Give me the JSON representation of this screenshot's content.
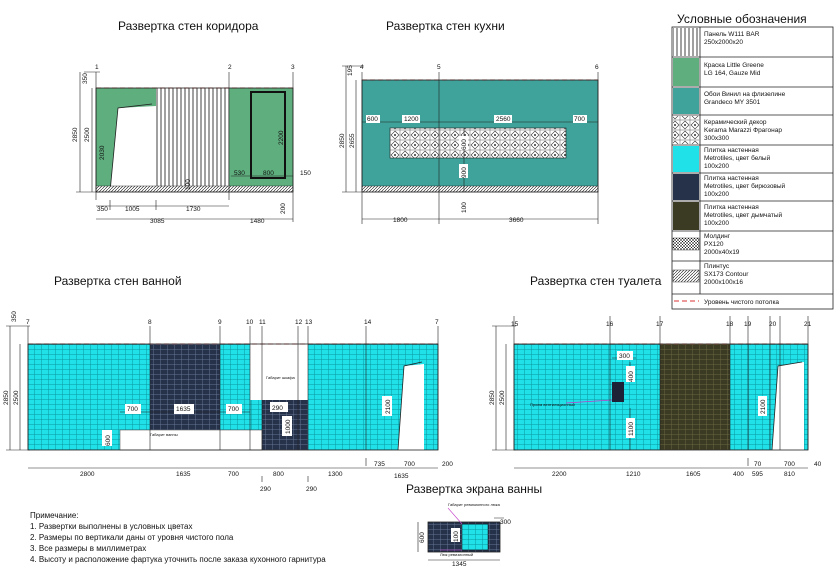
{
  "titles": {
    "corridor": "Развертка стен коридора",
    "kitchen": "Развертка стен кухни",
    "bathroom": "Развертка стен ванной",
    "toilet": "Развертка стен туалета",
    "screen": "Развертка экрана ванны",
    "legend": "Условные обозначения"
  },
  "legend": [
    {
      "swatch": "panel",
      "lines": [
        "Панель W111 BAR",
        "250x2000x20"
      ]
    },
    {
      "swatch": "paint",
      "lines": [
        "Краска Little Greene",
        "LG 164, Gauze Mid"
      ]
    },
    {
      "swatch": "wallpaper",
      "lines": [
        "Обои Винил на флизелине",
        "Grandeco MY 3501"
      ]
    },
    {
      "swatch": "decor",
      "lines": [
        "Керамический декор",
        "Kerama Marazzi Фрагонар",
        "300x300"
      ]
    },
    {
      "swatch": "tile-white",
      "lines": [
        "Плитка настенная",
        "Metrotiles, цвет белый",
        "100x200"
      ]
    },
    {
      "swatch": "tile-turq",
      "lines": [
        "Плитка настенная",
        "Metrotiles, цвет бирюзовый",
        "100x200"
      ]
    },
    {
      "swatch": "tile-smoke",
      "lines": [
        "Плитка настенная",
        "Metrotiles, цвет дымчатый",
        "100x200"
      ]
    },
    {
      "swatch": "molding",
      "lines": [
        "Молдинг",
        "PX120",
        "2000x40x19"
      ]
    },
    {
      "swatch": "plinth",
      "lines": [
        "Плинтус",
        "SX173 Contour",
        "2000x100x16"
      ]
    },
    {
      "swatch": "ceiling",
      "lines": [
        "Уровень чистого потолка"
      ]
    }
  ],
  "colors": {
    "paint": "#5fae7e",
    "wallpaper": "#3fa39b",
    "tile_white": "#20e0e8",
    "tile_turq": "#26324a",
    "tile_smoke": "#3b3a22",
    "ceiling_line": "#d33333"
  },
  "corridor": {
    "axes": [
      "1",
      "2",
      "3"
    ],
    "vert": [
      "350",
      "2850",
      "2500",
      "2030",
      "2200",
      "100"
    ],
    "inner": [
      "530",
      "800",
      "150",
      "200"
    ],
    "bottom1": [
      "350",
      "1005",
      "1730"
    ],
    "bottom2": [
      "3085",
      "1480"
    ]
  },
  "kitchen": {
    "axes": [
      "4",
      "5",
      "6"
    ],
    "vert": [
      "195",
      "2850",
      "2655"
    ],
    "upper": [
      "600",
      "1200",
      "2560",
      "700"
    ],
    "inner": [
      "600",
      "900",
      "100"
    ],
    "bottom": [
      "1800",
      "3660"
    ]
  },
  "bathroom": {
    "axes": [
      "7",
      "8",
      "9",
      "10",
      "11",
      "12",
      "13",
      "14",
      "7"
    ],
    "vert": [
      "350",
      "2850",
      "2500"
    ],
    "inner": [
      "700",
      "1635",
      "700",
      "290",
      "600",
      "1000",
      "2100"
    ],
    "labels": [
      "Габарит шкафа",
      "Габарит ванны"
    ],
    "bottom": [
      "2800",
      "1635",
      "700",
      "800",
      "1300",
      "735",
      "700",
      "200"
    ],
    "bottom2": [
      "290",
      "290"
    ],
    "bottom3": [
      "1635"
    ]
  },
  "toilet": {
    "axes": [
      "15",
      "16",
      "17",
      "18",
      "19",
      "20",
      "21"
    ],
    "vert": [
      "2850",
      "2500"
    ],
    "inner": [
      "300",
      "400",
      "1100",
      "2100"
    ],
    "note": "Проем вентиляционный",
    "bottom": [
      "2200",
      "1210",
      "1605",
      "400",
      "595",
      "810",
      "40"
    ],
    "bottom2": [
      "70",
      "700"
    ]
  },
  "screen": {
    "dims": [
      "1345",
      "600",
      "100",
      "300"
    ],
    "labels": [
      "Габарит ревизионного люка",
      "Люк ревизионный"
    ]
  },
  "notes": {
    "head": "Примечание:",
    "items": [
      "1. Развертки выполнены в условных цветах",
      "2. Размеры по вертикали даны от уровня чистого пола",
      "3. Все размеры в миллиметрах",
      "4. Высоту и расположение фартука уточнить после заказа кухонного гарнитура"
    ]
  }
}
